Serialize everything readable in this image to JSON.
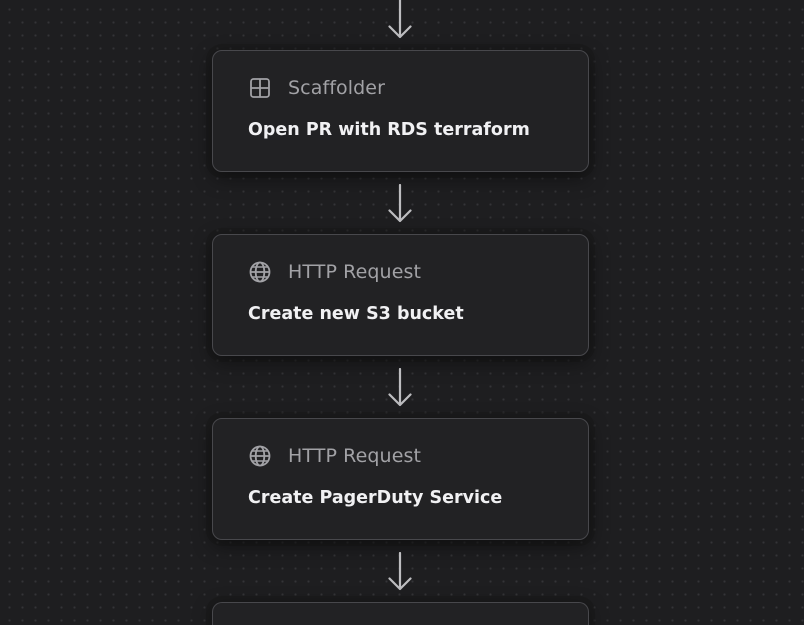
{
  "steps": [
    {
      "type_label": "Scaffolder",
      "type_icon": "grid-icon",
      "title": "Open PR with RDS terraform"
    },
    {
      "type_label": "HTTP Request",
      "type_icon": "globe-icon",
      "title": "Create new S3 bucket"
    },
    {
      "type_label": "HTTP Request",
      "type_icon": "globe-icon",
      "title": "Create PagerDuty Service"
    },
    {
      "type_label": "",
      "type_icon": "",
      "title": ""
    }
  ],
  "colors": {
    "background": "#1e1e20",
    "card_background": "#222224",
    "card_border": "#48484c",
    "arrow": "#bdbdc0",
    "type_label": "#a2a2a6",
    "title": "#f1f1f3"
  }
}
